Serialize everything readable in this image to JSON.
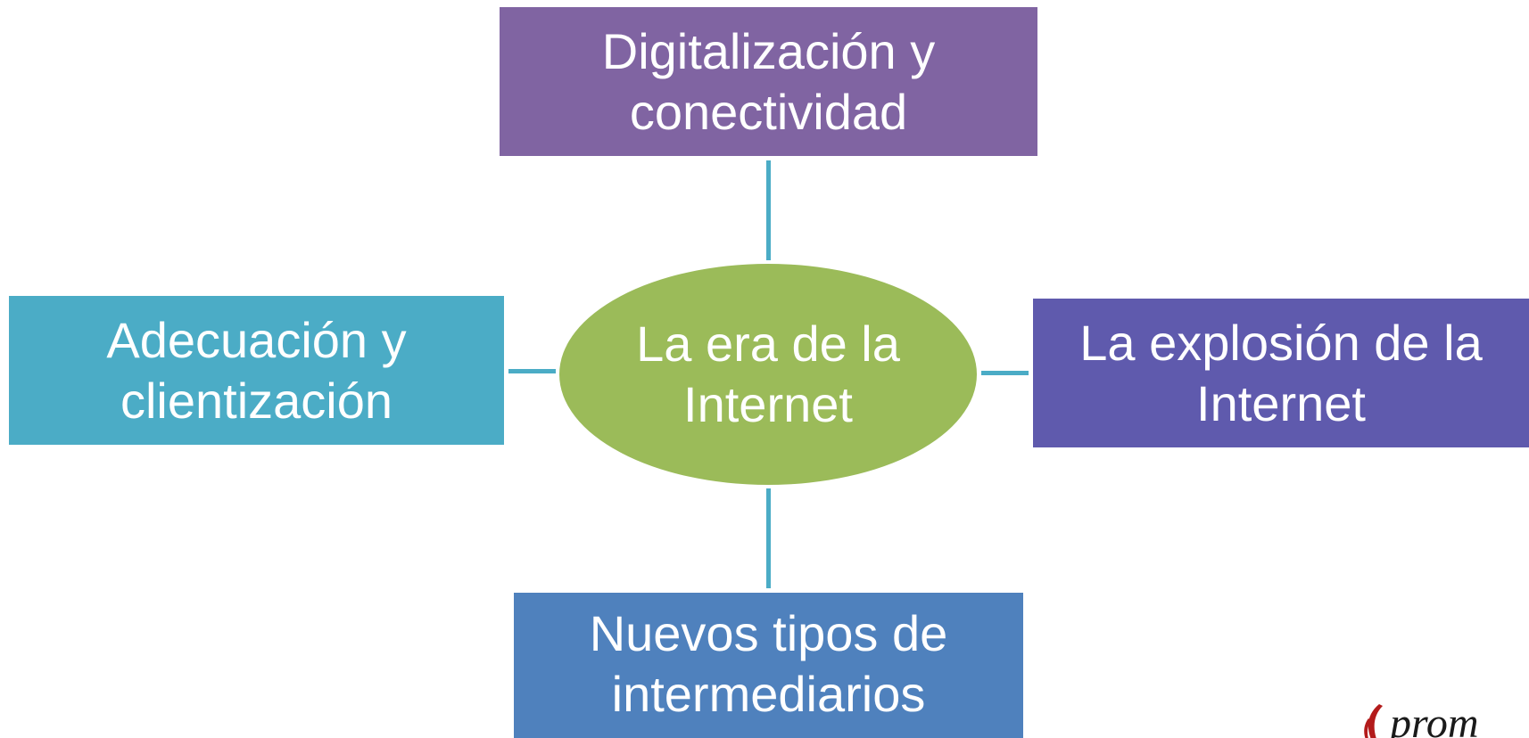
{
  "diagram": {
    "center": {
      "line1": "La era de la",
      "line2": "Internet"
    },
    "nodes": {
      "top": {
        "line1": "Digitalización y",
        "line2": "conectividad"
      },
      "left": {
        "line1": "Adecuación y",
        "line2": "clientización"
      },
      "right": {
        "line1": "La explosión de la",
        "line2": "Internet"
      },
      "bottom": {
        "line1": "Nuevos tipos de",
        "line2": "intermediarios"
      }
    },
    "colors": {
      "top": "#8064a2",
      "left": "#4bacc6",
      "right": "#5f5aad",
      "bottom": "#4f81bd",
      "center": "#9bbb59",
      "connector": "#4bacc6",
      "logo": "#b31b1b"
    }
  },
  "logo": {
    "text": "prom"
  }
}
